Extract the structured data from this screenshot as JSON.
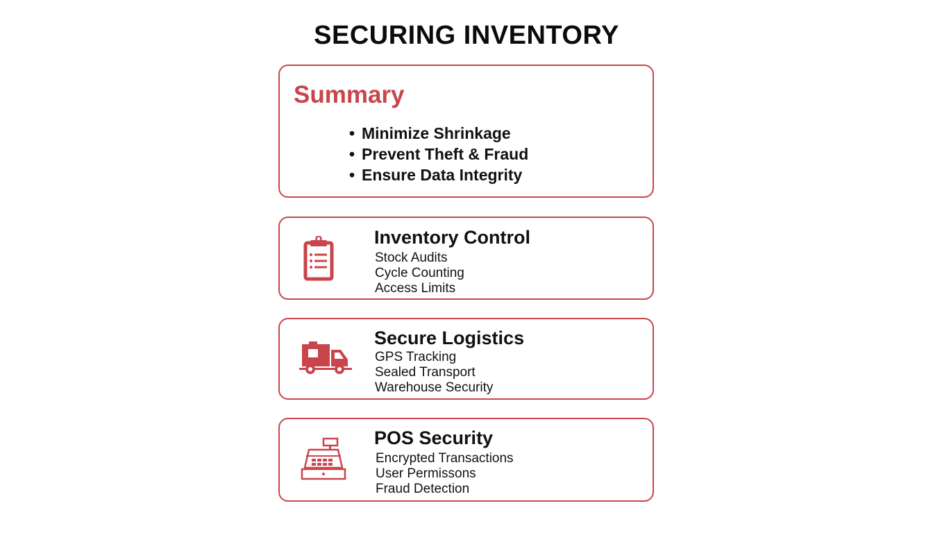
{
  "title": "SECURING INVENTORY",
  "colors": {
    "accent": "#c8454b",
    "text": "#111111",
    "background": "#ffffff"
  },
  "summary": {
    "heading": "Summary",
    "bullets": [
      "Minimize Shrinkage",
      "Prevent Theft & Fraud",
      "Ensure Data Integrity"
    ]
  },
  "cards": [
    {
      "icon": "clipboard-list-icon",
      "title": "Inventory Control",
      "items": [
        "Stock Audits",
        "Cycle Counting",
        "Access Limits"
      ]
    },
    {
      "icon": "delivery-truck-icon",
      "title": "Secure Logistics",
      "items": [
        "GPS Tracking",
        "Sealed Transport",
        "Warehouse Security"
      ]
    },
    {
      "icon": "cash-register-icon",
      "title": "POS Security",
      "items": [
        "Encrypted Transactions",
        "User Permissons",
        "Fraud Detection"
      ]
    }
  ]
}
